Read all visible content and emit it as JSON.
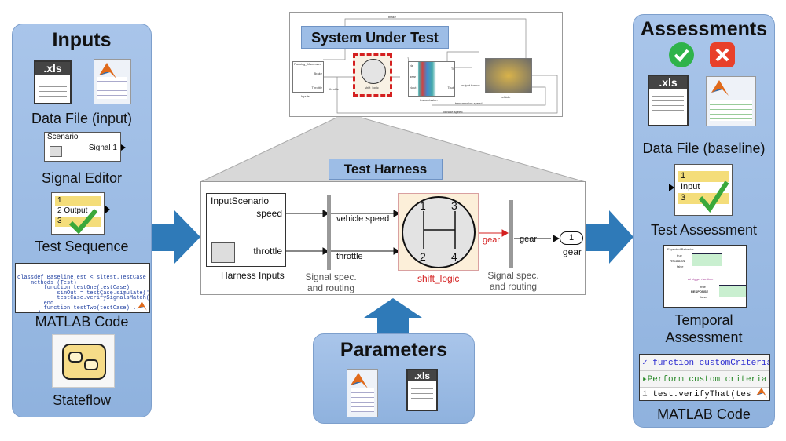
{
  "inputs": {
    "title": "Inputs",
    "items": [
      {
        "label": "Data File (input)",
        "icon": "xls-file-icon",
        "file_badge": ".xls"
      },
      {
        "label": "Signal Editor",
        "block_title": "Scenario",
        "block_port": "Signal 1"
      },
      {
        "label": "Test Sequence",
        "rows": [
          "1",
          "2",
          "3"
        ],
        "output_label": "Output"
      },
      {
        "label": "MATLAB Code",
        "code": [
          "classdef BaselineTest < sltest.TestCase",
          "    methods (Test)",
          "        function testOne(testCase)",
          "            simOut = testCase.simulate('TestExample');",
          "            testCase.verifySignalsMatch(simOut,'Baseline",
          "        end",
          "        function testTwo(testCase) ...",
          "    end",
          "end"
        ]
      },
      {
        "label": "Stateflow"
      }
    ]
  },
  "system_under_test": {
    "title": "System Under Test",
    "labels": {
      "brake": "brake",
      "inputs_block": "Passing_Maneuver",
      "brake_port": "Brake",
      "throttle_port": "Throttle",
      "inputs": "Inputs",
      "throttle": "throttle",
      "shift_logic": "shift_logic",
      "ne": "Ne",
      "gear": "gear",
      "nout": "Nout",
      "ti": "Ti",
      "tout": "Tout",
      "transmission": "transmission",
      "output_torque": "output torque",
      "vehicle": "vehicle",
      "transmission_speed": "transmission speed",
      "vehicle_speed": "vehicle speed"
    }
  },
  "test_harness": {
    "title": "Test Harness",
    "input_block_title": "InputScenario",
    "port_speed": "speed",
    "port_throttle": "throttle",
    "input_block_label": "Harness Inputs",
    "sig_vehicle_speed": "vehicle speed",
    "sig_throttle": "throttle",
    "routing_label_1": "Signal spec.\nand routing",
    "shift_logic": "shift_logic",
    "gear_numbers": [
      "1",
      "3",
      "2",
      "4"
    ],
    "sig_gear_red": "gear",
    "sig_gear": "gear",
    "routing_label_2": "Signal spec.\nand routing",
    "outport_number": "1",
    "outport_label": "gear",
    "accent": "#d42020"
  },
  "parameters": {
    "title": "Parameters",
    "file_badge": ".xls"
  },
  "assessments": {
    "title": "Assessments",
    "status_icons": [
      "check-icon",
      "cross-icon"
    ],
    "items": [
      {
        "label": "Data File (baseline)",
        "file_badge": ".xls"
      },
      {
        "label": "Test Assessment",
        "rows": [
          "1",
          "Input",
          "3"
        ]
      },
      {
        "label": "Temporal\nAssessment",
        "plot_title": "Expected Behavior",
        "trigger": "TRIGGER",
        "response": "RESPONSE",
        "at_trigger": "At trigger rise time",
        "true": "true",
        "false": "false"
      },
      {
        "label": "MATLAB Code",
        "code": [
          "function customCriteria",
          "Perform custom criteria",
          "test.verifyThat(tes"
        ],
        "line_number": "1"
      }
    ]
  },
  "colors": {
    "panel": "#9ebde6",
    "arrow": "#2f7ab8",
    "red": "#d42020",
    "green": "#2fb34a"
  }
}
